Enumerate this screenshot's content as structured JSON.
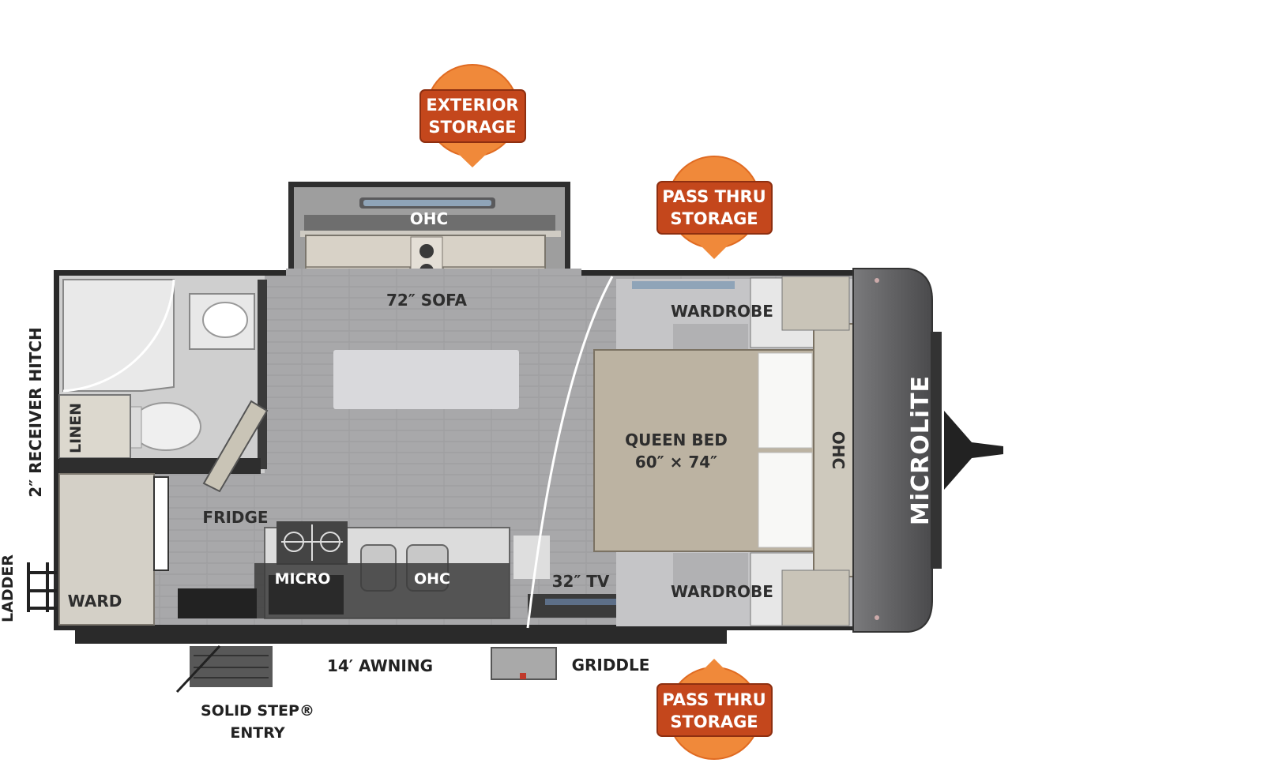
{
  "callouts": {
    "exterior_storage": {
      "line1": "EXTERIOR",
      "line2": "STORAGE"
    },
    "pass_thru_top": {
      "line1": "PASS THRU",
      "line2": "STORAGE"
    },
    "pass_thru_bottom": {
      "line1": "PASS THRU",
      "line2": "STORAGE"
    }
  },
  "rooms": {
    "slide_ohc": "OHC",
    "sofa": "72″ SOFA",
    "wardrobe_top": "WARDROBE",
    "wardrobe_bottom": "WARDROBE",
    "bed_line1": "QUEEN BED",
    "bed_line2": "60″ × 74″",
    "front_ohc": "OHC",
    "linen": "LINEN",
    "fridge": "FRIDGE",
    "micro": "MICRO",
    "kitchen_ohc": "OHC",
    "tv": "32″ TV",
    "ward": "WARD"
  },
  "exterior": {
    "receiver_hitch": "2″ RECEIVER HITCH",
    "ladder": "LADDER",
    "awning": "14′ AWNING",
    "griddle": "GRIDDLE",
    "entry_line1": "SOLID STEP®",
    "entry_line2": "ENTRY"
  },
  "brand": {
    "name": "MiCROLiTE"
  },
  "colors": {
    "callout_fill": "#c4471c",
    "callout_pin": "#f0893a",
    "floor": "#a9a9ab",
    "wall": "#2b2b2b",
    "cap": "#5e5e60"
  }
}
